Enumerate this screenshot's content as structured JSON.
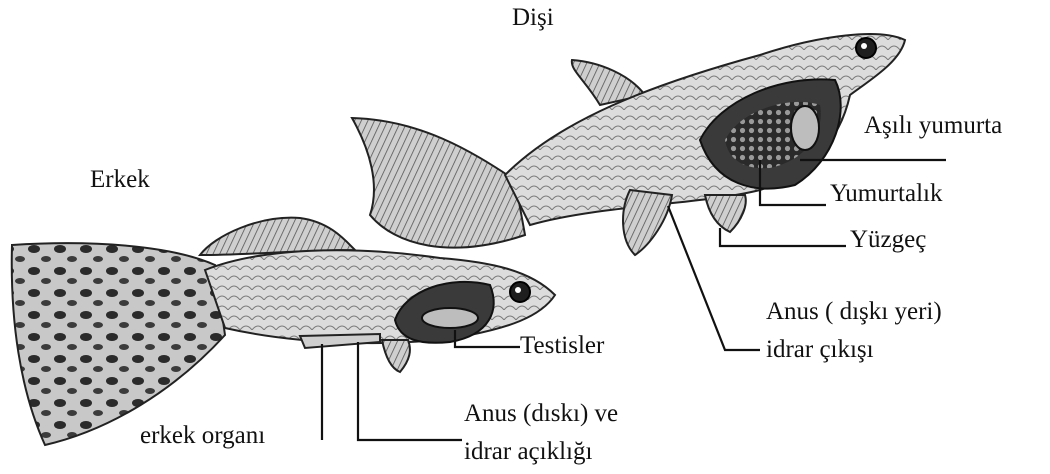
{
  "labels": {
    "female": "Dişi",
    "male": "Erkek",
    "fertilized_egg": "Aşılı yumurta",
    "ovary": "Yumurtalık",
    "fin": "Yüzgeç",
    "anus_female_line1": "Anus ( dışkı yeri)",
    "anus_female_line2": "idrar çıkışı",
    "testes": "Testisler",
    "male_organ": "erkek organı",
    "anus_male_line1": "Anus (dıskı) ve",
    "anus_male_line2": "idrar açıklığı"
  },
  "colors": {
    "ink": "#111111",
    "fish_body": "#d9d9d9",
    "fish_dark": "#3a3a3a",
    "background": "#ffffff"
  }
}
